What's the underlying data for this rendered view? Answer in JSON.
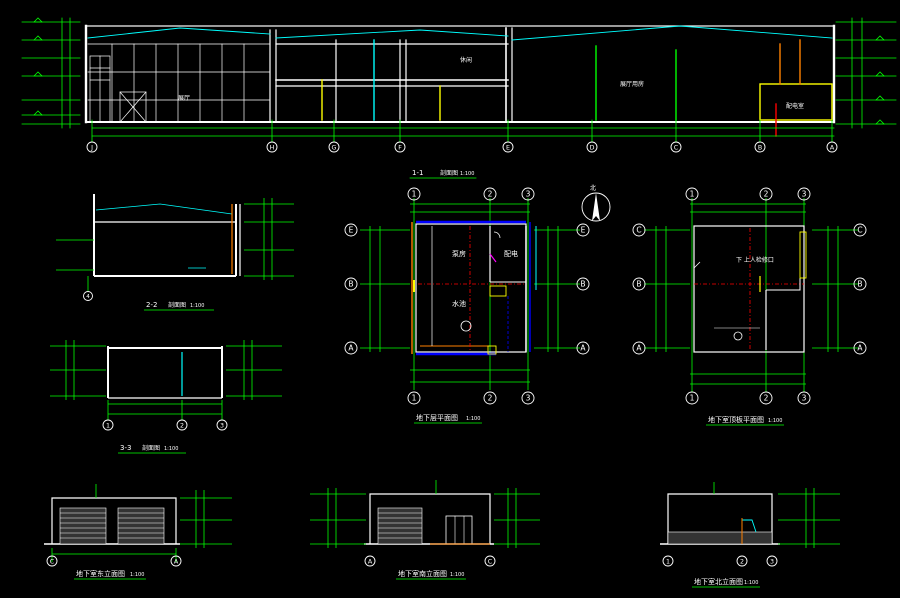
{
  "theme": {
    "background": "#000000",
    "wall": "#ffffff",
    "dim": "#00ff00",
    "text": "#ffffff",
    "axis_bubble": "#ffffff",
    "accent_cyan": "#00ffff",
    "accent_yellow": "#ffff00",
    "accent_red": "#ff0000",
    "accent_blue": "#0000ff",
    "accent_magenta": "#ff00ff",
    "accent_orange": "#ff8000"
  },
  "main_section": {
    "axes": [
      "J",
      "H",
      "G",
      "F",
      "E",
      "D",
      "C",
      "B",
      "A"
    ],
    "title": "1-1",
    "scale": "1:100",
    "room_labels": [
      "展厅",
      "休闲",
      "展厅用房",
      "配电室"
    ]
  },
  "section_2": {
    "title": "2-2",
    "scale": "1:100",
    "axes": [
      "4"
    ]
  },
  "section_3": {
    "title": "3-3",
    "scale": "1:100",
    "axes": [
      "1",
      "2",
      "3"
    ]
  },
  "ground_plan": {
    "title": "地下层平面图",
    "scale": "1:100",
    "axes_h": [
      "1",
      "2",
      "3"
    ],
    "axes_v": [
      "E",
      "B",
      "A"
    ],
    "room_labels": [
      "泵房",
      "水池",
      "配电"
    ],
    "north_label": "北"
  },
  "roof_plan": {
    "title": "地下室顶板平面图",
    "scale": "1:100",
    "axes_h": [
      "1",
      "2",
      "3"
    ],
    "axes_v": [
      "C",
      "B",
      "A"
    ],
    "notes": [
      "下 上人检修口"
    ]
  },
  "elev_left": {
    "title": "地下室东立面图",
    "scale": "1:100",
    "axes": [
      "C",
      "A"
    ]
  },
  "elev_mid": {
    "title": "地下室南立面图",
    "scale": "1:100",
    "axes": [
      "A",
      "C"
    ]
  },
  "elev_right": {
    "title": "地下室北立面图",
    "scale": "1:100",
    "axes": [
      "1",
      "2",
      "3"
    ]
  }
}
